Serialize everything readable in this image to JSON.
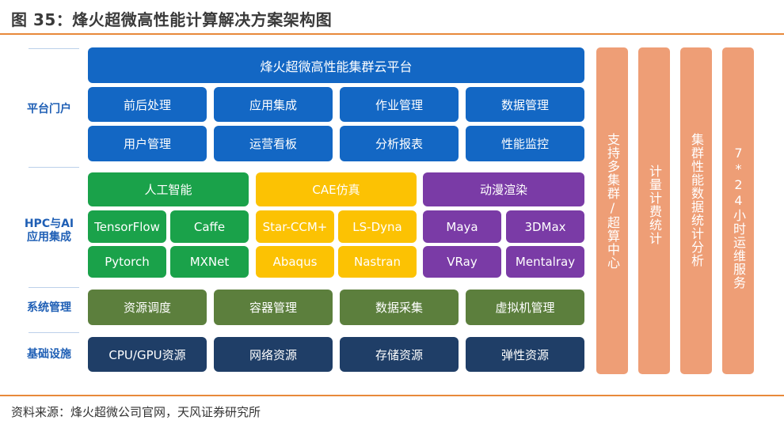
{
  "figure": {
    "title": "图 35：烽火超微高性能计算解决方案架构图",
    "source": "资料来源：烽火超微公司官网，天风证券研究所"
  },
  "rows": {
    "portal": "平台门户",
    "hpc_ai_line1": "HPC与AI",
    "hpc_ai_line2": "应用集成",
    "system": "系统管理",
    "infra": "基础设施"
  },
  "portal": {
    "header": "烽火超微高性能集群云平台",
    "items": [
      "前后处理",
      "应用集成",
      "作业管理",
      "数据管理",
      "用户管理",
      "运营看板",
      "分析报表",
      "性能监控"
    ]
  },
  "apps": {
    "ai": {
      "header": "人工智能",
      "items": [
        "TensorFlow",
        "Caffe",
        "Pytorch",
        "MXNet"
      ]
    },
    "cae": {
      "header": "CAE仿真",
      "items": [
        "Star-CCM+",
        "LS-Dyna",
        "Abaqus",
        "Nastran"
      ]
    },
    "render": {
      "header": "动漫渲染",
      "items": [
        "Maya",
        "3DMax",
        "VRay",
        "Mentalray"
      ]
    }
  },
  "system": {
    "items": [
      "资源调度",
      "容器管理",
      "数据采集",
      "虚拟机管理"
    ]
  },
  "infra": {
    "items": [
      "CPU/GPU资源",
      "网络资源",
      "存储资源",
      "弹性资源"
    ]
  },
  "side_columns": [
    "支持多集群/超算中心",
    "计量计费统计",
    "集群性能数据统计分析",
    "7*24小时运维服务"
  ],
  "colors": {
    "title_rule": "#e8893a",
    "portal_blue": "#1367c4",
    "ai_green": "#1aa24a",
    "cae_yellow": "#fcc203",
    "render_purple": "#7a3ba6",
    "system_olive": "#5c7f3d",
    "infra_navy": "#1f3e67",
    "side_orange": "#ee9e76",
    "label_blue": "#1f5fb5"
  }
}
